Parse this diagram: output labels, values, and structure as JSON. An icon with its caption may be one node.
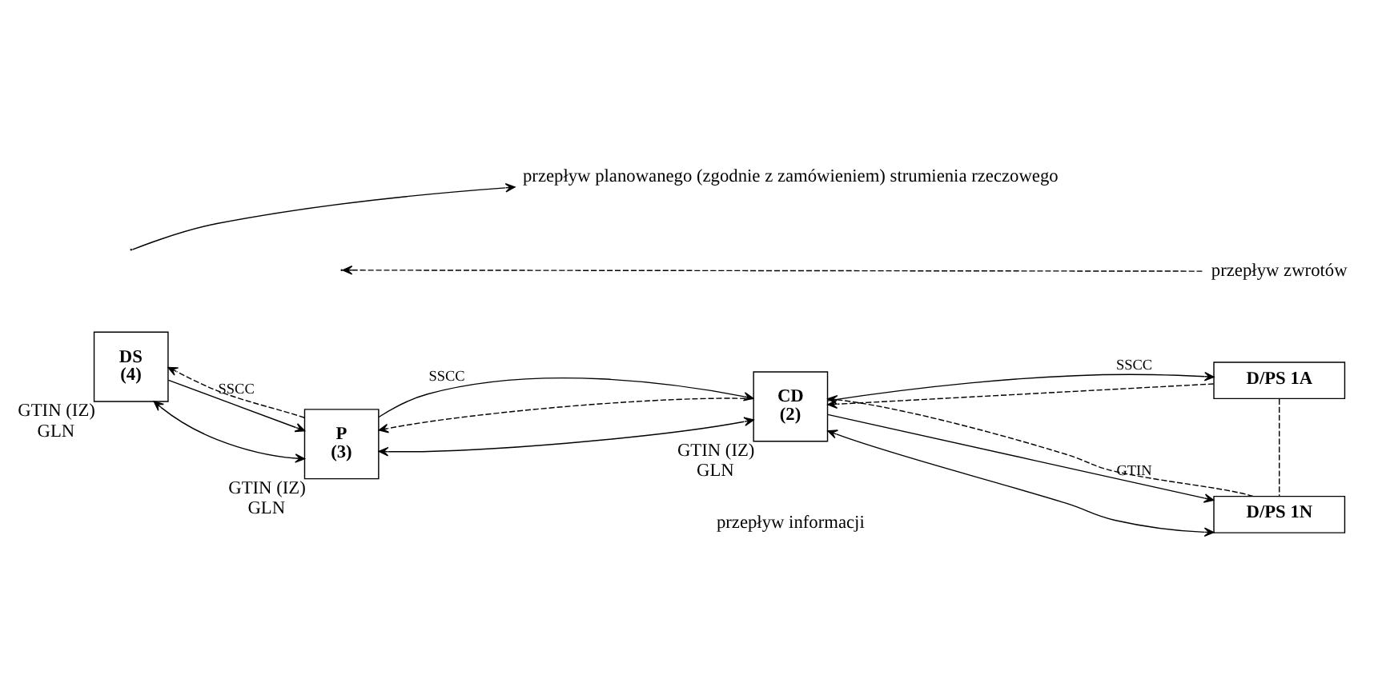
{
  "diagram": {
    "nodes": [
      {
        "text": [
          "DS",
          "(4)"
        ],
        "beside": [
          "GTIN (IZ)",
          "GLN"
        ]
      },
      {
        "text": [
          "P",
          "(3)"
        ],
        "beside": [
          "GTIN (IZ)",
          "GLN"
        ]
      },
      {
        "text": [
          "CD",
          "(2)"
        ],
        "beside": [
          "GTIN (IZ)",
          "GLN"
        ]
      },
      {
        "text": [
          "D/PS 1A"
        ]
      },
      {
        "text": [
          "D/PS 1N"
        ]
      }
    ],
    "edges": [
      {
        "from": 0,
        "to": 1,
        "arrow": "to",
        "label": "SSCC"
      },
      {
        "from": 1,
        "to": 0,
        "arrow": "to",
        "style": "dashed"
      },
      {
        "from": 1,
        "to": 2,
        "arrow": "to",
        "label": "SSCC"
      },
      {
        "from": 2,
        "to": 1,
        "arrow": "to",
        "style": "dashed"
      },
      {
        "from": 2,
        "to": 3,
        "arrow": "to",
        "label": "SSCC"
      },
      {
        "from": 3,
        "to": 2,
        "arrow": "to",
        "style": "dashed"
      },
      {
        "from": 2,
        "to": 4,
        "arrow": "to",
        "label": "GTIN"
      },
      {
        "from": 4,
        "to": 2,
        "arrow": "to",
        "style": "dashed"
      },
      {
        "from": 3,
        "to": 4,
        "arrow": "none",
        "style": "dashed"
      },
      {
        "from": 0,
        "to": 1,
        "arrow": "both"
      },
      {
        "from": 1,
        "to": 2,
        "arrow": "both"
      },
      {
        "from": 2,
        "to": 4,
        "arrow": "both"
      }
    ],
    "labels": [
      "przepływ informacji"
    ],
    "legend": [
      {
        "text": "przepływ planowanego (zgodnie z zamówieniem) strumienia rzeczowego"
      },
      {
        "text": "przepływ zwrotów"
      }
    ]
  }
}
